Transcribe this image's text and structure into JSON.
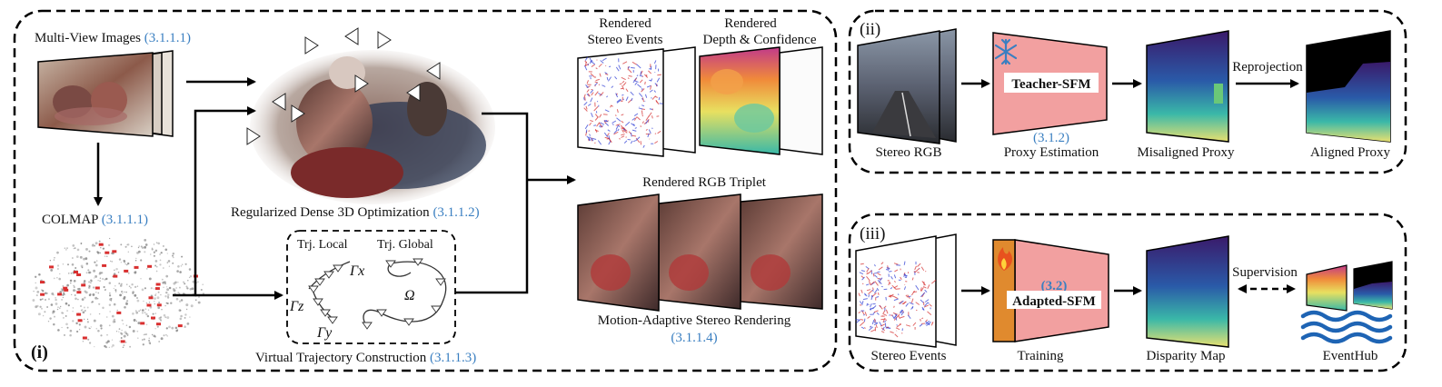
{
  "panel_i": {
    "tag": "(i)",
    "multiview_label": "Multi-View Images",
    "multiview_ref": "(3.1.1.1)",
    "colmap_label": "COLMAP",
    "colmap_ref": "(3.1.1.1)",
    "optimization_label": "Regularized Dense 3D Optimization",
    "optimization_ref": "(3.1.1.2)",
    "trj_local": "Trj. Local",
    "trj_global": "Trj. Global",
    "gamma_x": "Γx",
    "gamma_z": "Γz",
    "gamma_y": "Γy",
    "omega": "Ω",
    "trajectory_label": "Virtual Trajectory Construction",
    "trajectory_ref": "(3.1.1.3)",
    "rendered_events_line1": "Rendered",
    "rendered_events_line2": "Stereo Events",
    "rendered_depth_line1": "Rendered",
    "rendered_depth_line2": "Depth & Confidence",
    "rgb_triplet_label": "Rendered RGB Triplet",
    "rendering_label": "Motion-Adaptive Stereo Rendering",
    "rendering_ref": "(3.1.1.4)"
  },
  "panel_ii": {
    "tag": "(ii)",
    "stereo_rgb": "Stereo RGB",
    "teacher": "Teacher-SFM",
    "teacher_ref": "(3.1.2)",
    "proxy_estimation": "Proxy Estimation",
    "misaligned": "Misaligned Proxy",
    "reprojection": "Reprojection",
    "aligned": "Aligned Proxy"
  },
  "panel_iii": {
    "tag": "(iii)",
    "stereo_events": "Stereo Events",
    "adapted_ref": "(3.2)",
    "adapted": "Adapted-SFM",
    "training": "Training",
    "disparity": "Disparity Map",
    "supervision": "Supervision",
    "eventhub": "EventHub"
  },
  "colors": {
    "network_fill": "#f2a0a0",
    "frozen_icon": "#3a7fc1",
    "train_bar": "#e08a2e",
    "fire_icon": "#e8521e",
    "wave": "#1e64b4",
    "reference_text": "#3a7fc1"
  },
  "icons": [
    "snowflake-icon",
    "fire-icon",
    "wave-icon"
  ]
}
